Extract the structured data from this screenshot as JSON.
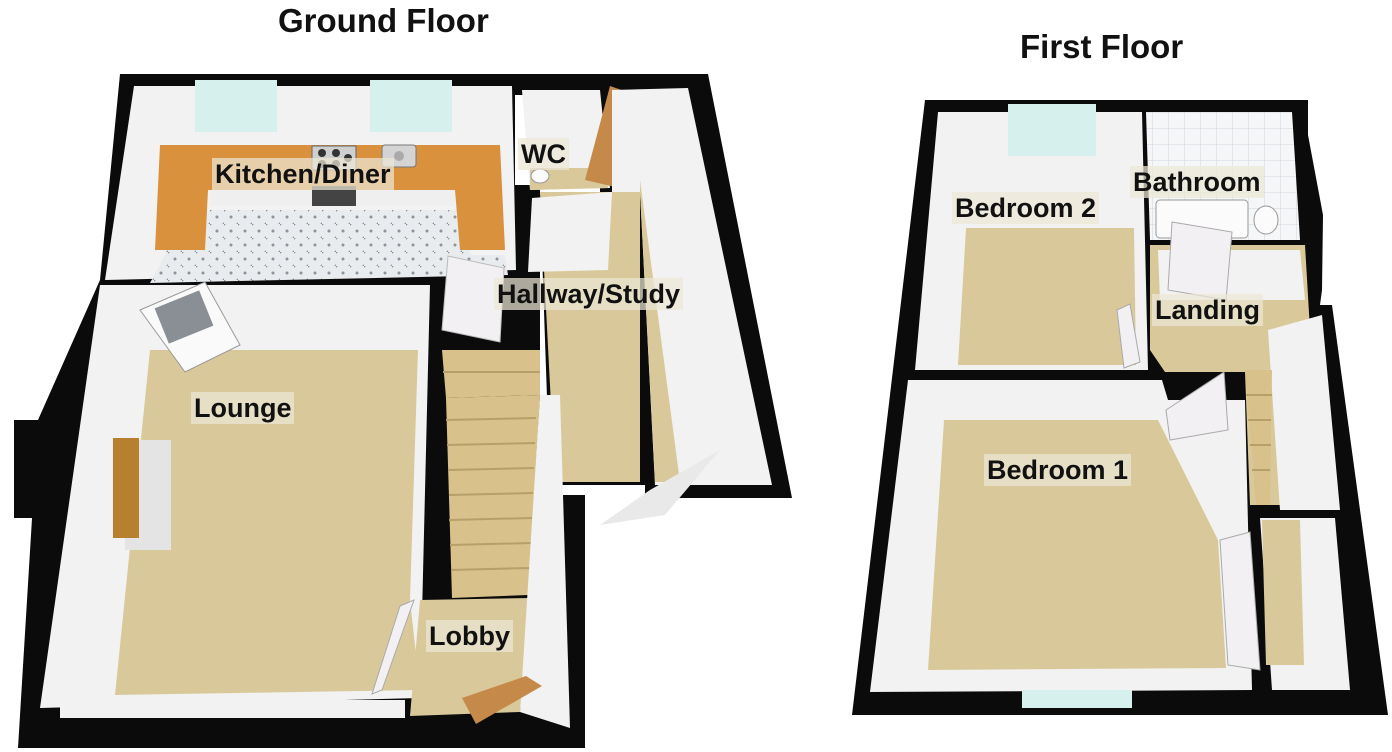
{
  "floors": [
    {
      "title": "Ground Floor",
      "rooms": [
        {
          "label": "Kitchen/Diner"
        },
        {
          "label": "WC"
        },
        {
          "label": "Hallway/Study"
        },
        {
          "label": "Lounge"
        },
        {
          "label": "Lobby"
        }
      ]
    },
    {
      "title": "First Floor",
      "rooms": [
        {
          "label": "Bedroom 2"
        },
        {
          "label": "Bathroom"
        },
        {
          "label": "Landing"
        },
        {
          "label": "Bedroom 1"
        }
      ]
    }
  ],
  "colors": {
    "wall": "#0b0b0b",
    "wall_face": "#f2f2f2",
    "carpet": "#d9c99a",
    "floor_tile": "#e9ecef",
    "worktop": "#d9913d",
    "window": "#d6f0ee",
    "door": "#f3f0f3",
    "front_door": "#c58a4a",
    "stairs": "#d8c18b"
  },
  "icons": [
    "hob-icon",
    "sink-icon",
    "fireplace-icon",
    "wc-toilet-icon",
    "bath-icon",
    "basin-icon",
    "staircase-icon",
    "door-icon",
    "window-icon"
  ]
}
